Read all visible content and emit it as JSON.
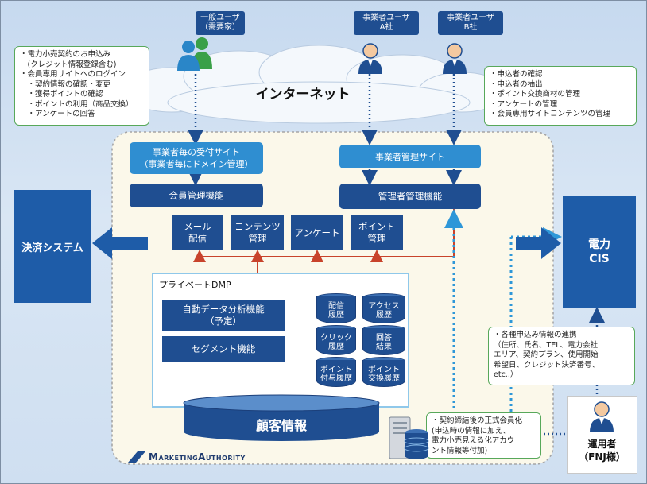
{
  "users": {
    "general": "一般ユーザ\n（需要家）",
    "biz_a": "事業者ユーザ\nA社",
    "biz_b": "事業者ユーザ\nB社"
  },
  "notes": {
    "left": [
      "・電力小売契約のお申込み",
      "　(クレジット情報登録含む)",
      "・会員専用サイトへのログイン",
      "　・契約情報の確認・変更",
      "　・獲得ポイントの確認",
      "　・ポイントの利用（商品交換）",
      "　・アンケートの回答"
    ],
    "right": [
      "・申込者の確認",
      "・申込者の抽出",
      "・ポイント交換商材の管理",
      "・アンケートの管理",
      "・会員専用サイトコンテンツの管理"
    ],
    "cis": [
      "・各種申込み情報の連携",
      "（住所、氏名、TEL、電力会社",
      "エリア、契約プラン、使用開始",
      "希望日、クレジット決済番号、",
      "etc..）"
    ],
    "bottom": [
      "・契約締結後の正式会員化",
      "(申込時の情報に加え、",
      "電力小売見える化アカウ",
      "ント情報等付加)"
    ]
  },
  "internet": "インターネット",
  "sites": {
    "reception": "事業者毎の受付サイト\n（事業者毎にドメイン管理）",
    "admin_site": "事業者管理サイト",
    "member_mgmt": "会員管理機能",
    "admin_mgmt": "管理者管理機能"
  },
  "functions": [
    "メール\n配信",
    "コンテンツ\n管理",
    "アンケート",
    "ポイント\n管理"
  ],
  "dmp": {
    "title": "プライベートDMP",
    "auto_analysis": "自動データ分析機能\n（予定）",
    "segment": "セグメント機能",
    "history": [
      "配信\n履歴",
      "アクセス\n履歴",
      "クリック\n履歴",
      "回答\n結果",
      "ポイント\n付与履歴",
      "ポイント\n交換履歴"
    ],
    "customer": "顧客情報"
  },
  "payment": "決済システム",
  "cis": "電力\nCIS",
  "operator": "運用者\n（FNJ様）",
  "logo": "MarketingAuthority"
}
